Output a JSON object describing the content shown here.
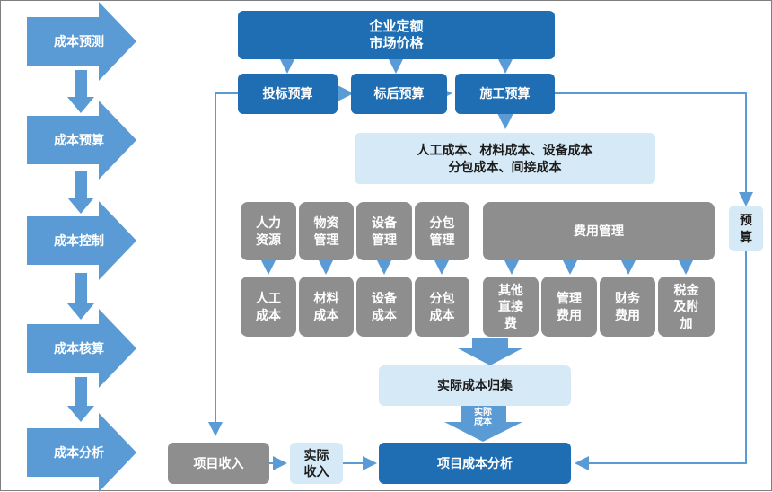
{
  "colors": {
    "stage": "#5b9bd5",
    "dark_box": "#1f6eb3",
    "light_box": "#d6e9f6",
    "gray_box": "#8e8e8e",
    "connector": "#5b9bd5"
  },
  "stages": [
    "成本预测",
    "成本预算",
    "成本控制",
    "成本核算",
    "成本分析"
  ],
  "top": {
    "line1": "企业定额",
    "line2": "市场价格"
  },
  "budgets": {
    "bid": "投标预算",
    "post_bid": "标后预算",
    "construction": "施工预算"
  },
  "cost_types": {
    "line1": "人工成本、材料成本、设备成本",
    "line2": "分包成本、间接成本"
  },
  "management": {
    "labor": "人力资源",
    "materials": "物资管理",
    "equipment": "设备管理",
    "subcontract": "分包管理",
    "expense": "费用管理"
  },
  "costs": {
    "labor": "人工成本",
    "materials": "材料成本",
    "equipment": "设备成本",
    "subcontract": "分包成本",
    "other_direct": "其他直接费",
    "admin": "管理费用",
    "finance": "财务费用",
    "tax": "税金及附加"
  },
  "budget_side": "预算",
  "collection": "实际成本归集",
  "actual_cost_arrow": "实际成本",
  "bottom": {
    "revenue": "项目收入",
    "actual_revenue": "实际收入",
    "analysis": "项目成本分析"
  }
}
